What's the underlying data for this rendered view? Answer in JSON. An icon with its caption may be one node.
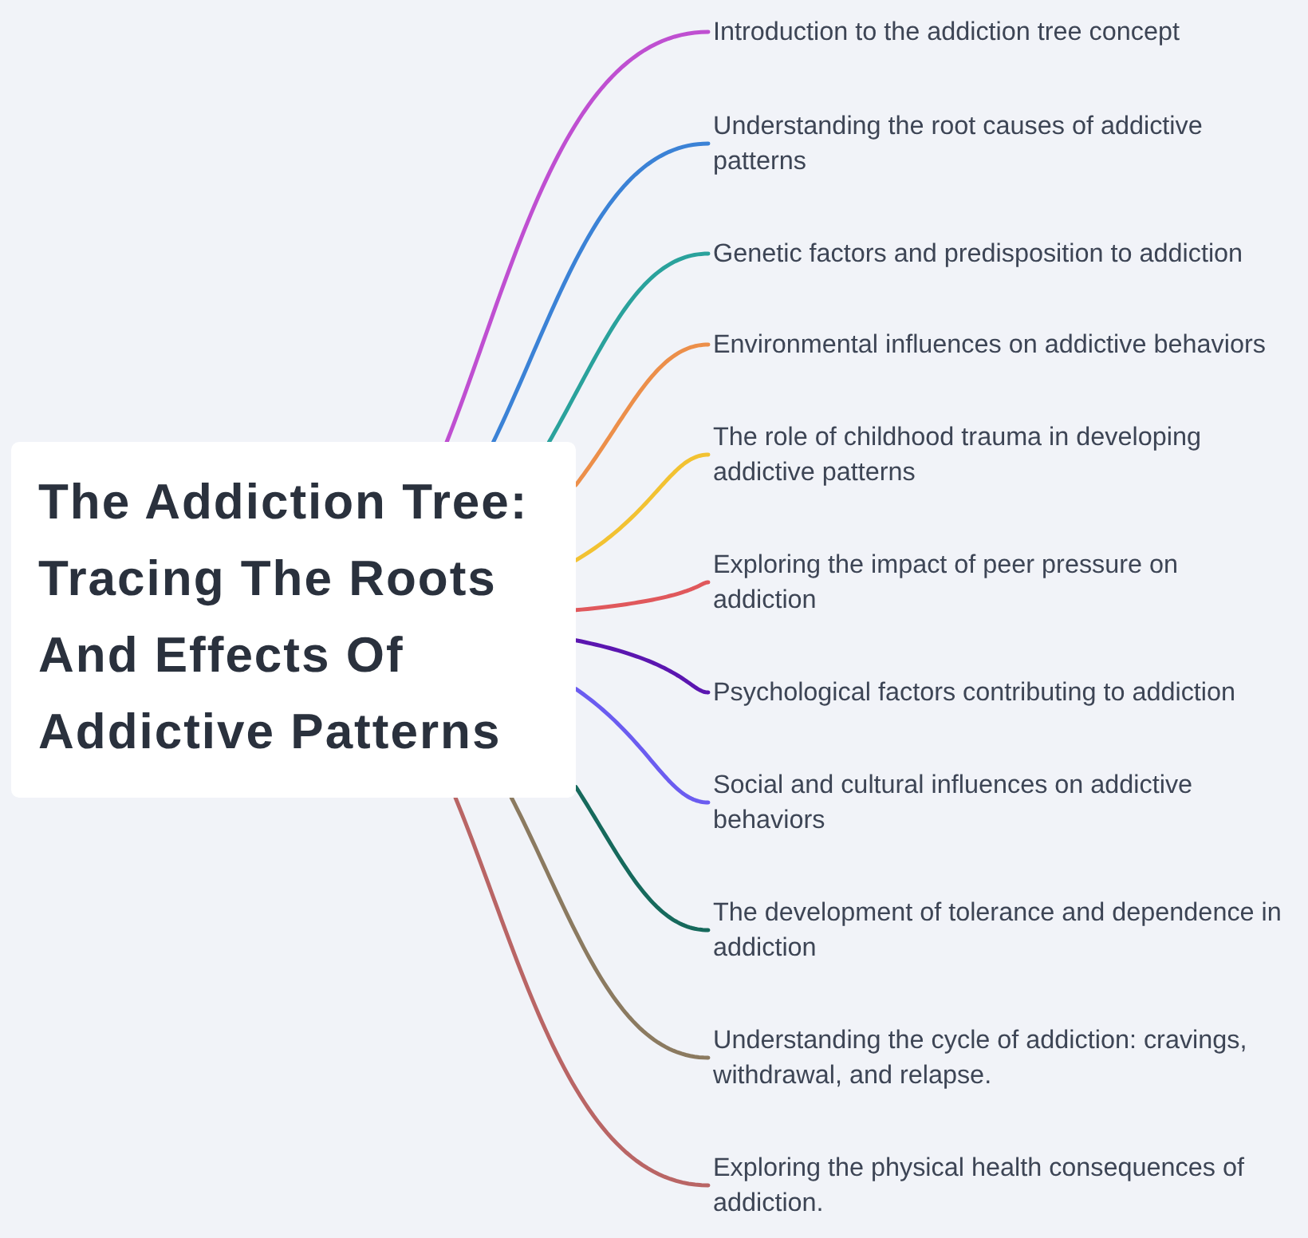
{
  "diagram": {
    "nodes": [
      {
        "text": [
          "The Addiction Tree: Tracing The Roots And Effects Of Addictive Patterns"
        ]
      },
      {
        "text": [
          "Introduction to the addiction tree concept"
        ]
      },
      {
        "text": [
          "Understanding the root causes of addictive patterns"
        ]
      },
      {
        "text": [
          "Genetic factors and predisposition to addiction"
        ]
      },
      {
        "text": [
          "Environmental influences on addictive behaviors"
        ]
      },
      {
        "text": [
          "The role of childhood trauma in developing addictive patterns"
        ]
      },
      {
        "text": [
          "Exploring the impact of peer pressure on addiction"
        ]
      },
      {
        "text": [
          "Psychological factors contributing to addiction"
        ]
      },
      {
        "text": [
          "Social and cultural influences on addictive behaviors"
        ]
      },
      {
        "text": [
          "The development of tolerance and dependence in addiction"
        ]
      },
      {
        "text": [
          "Understanding the cycle of addiction: cravings, withdrawal, and relapse."
        ]
      },
      {
        "text": [
          "Exploring the physical health consequences of addiction."
        ]
      }
    ],
    "edges": [
      {
        "from": 0,
        "to": 1,
        "arrow": "none",
        "color": "#bf4fd1"
      },
      {
        "from": 0,
        "to": 2,
        "arrow": "none",
        "color": "#3b82d6"
      },
      {
        "from": 0,
        "to": 3,
        "arrow": "none",
        "color": "#2aa29c"
      },
      {
        "from": 0,
        "to": 4,
        "arrow": "none",
        "color": "#ec8f4a"
      },
      {
        "from": 0,
        "to": 5,
        "arrow": "none",
        "color": "#f2c232"
      },
      {
        "from": 0,
        "to": 6,
        "arrow": "none",
        "color": "#e0585c"
      },
      {
        "from": 0,
        "to": 7,
        "arrow": "none",
        "color": "#5b16b0"
      },
      {
        "from": 0,
        "to": 8,
        "arrow": "none",
        "color": "#6b5cf0"
      },
      {
        "from": 0,
        "to": 9,
        "arrow": "none",
        "color": "#16695c"
      },
      {
        "from": 0,
        "to": 10,
        "arrow": "none",
        "color": "#8b7a60"
      },
      {
        "from": 0,
        "to": 11,
        "arrow": "none",
        "color": "#b96565"
      }
    ]
  }
}
